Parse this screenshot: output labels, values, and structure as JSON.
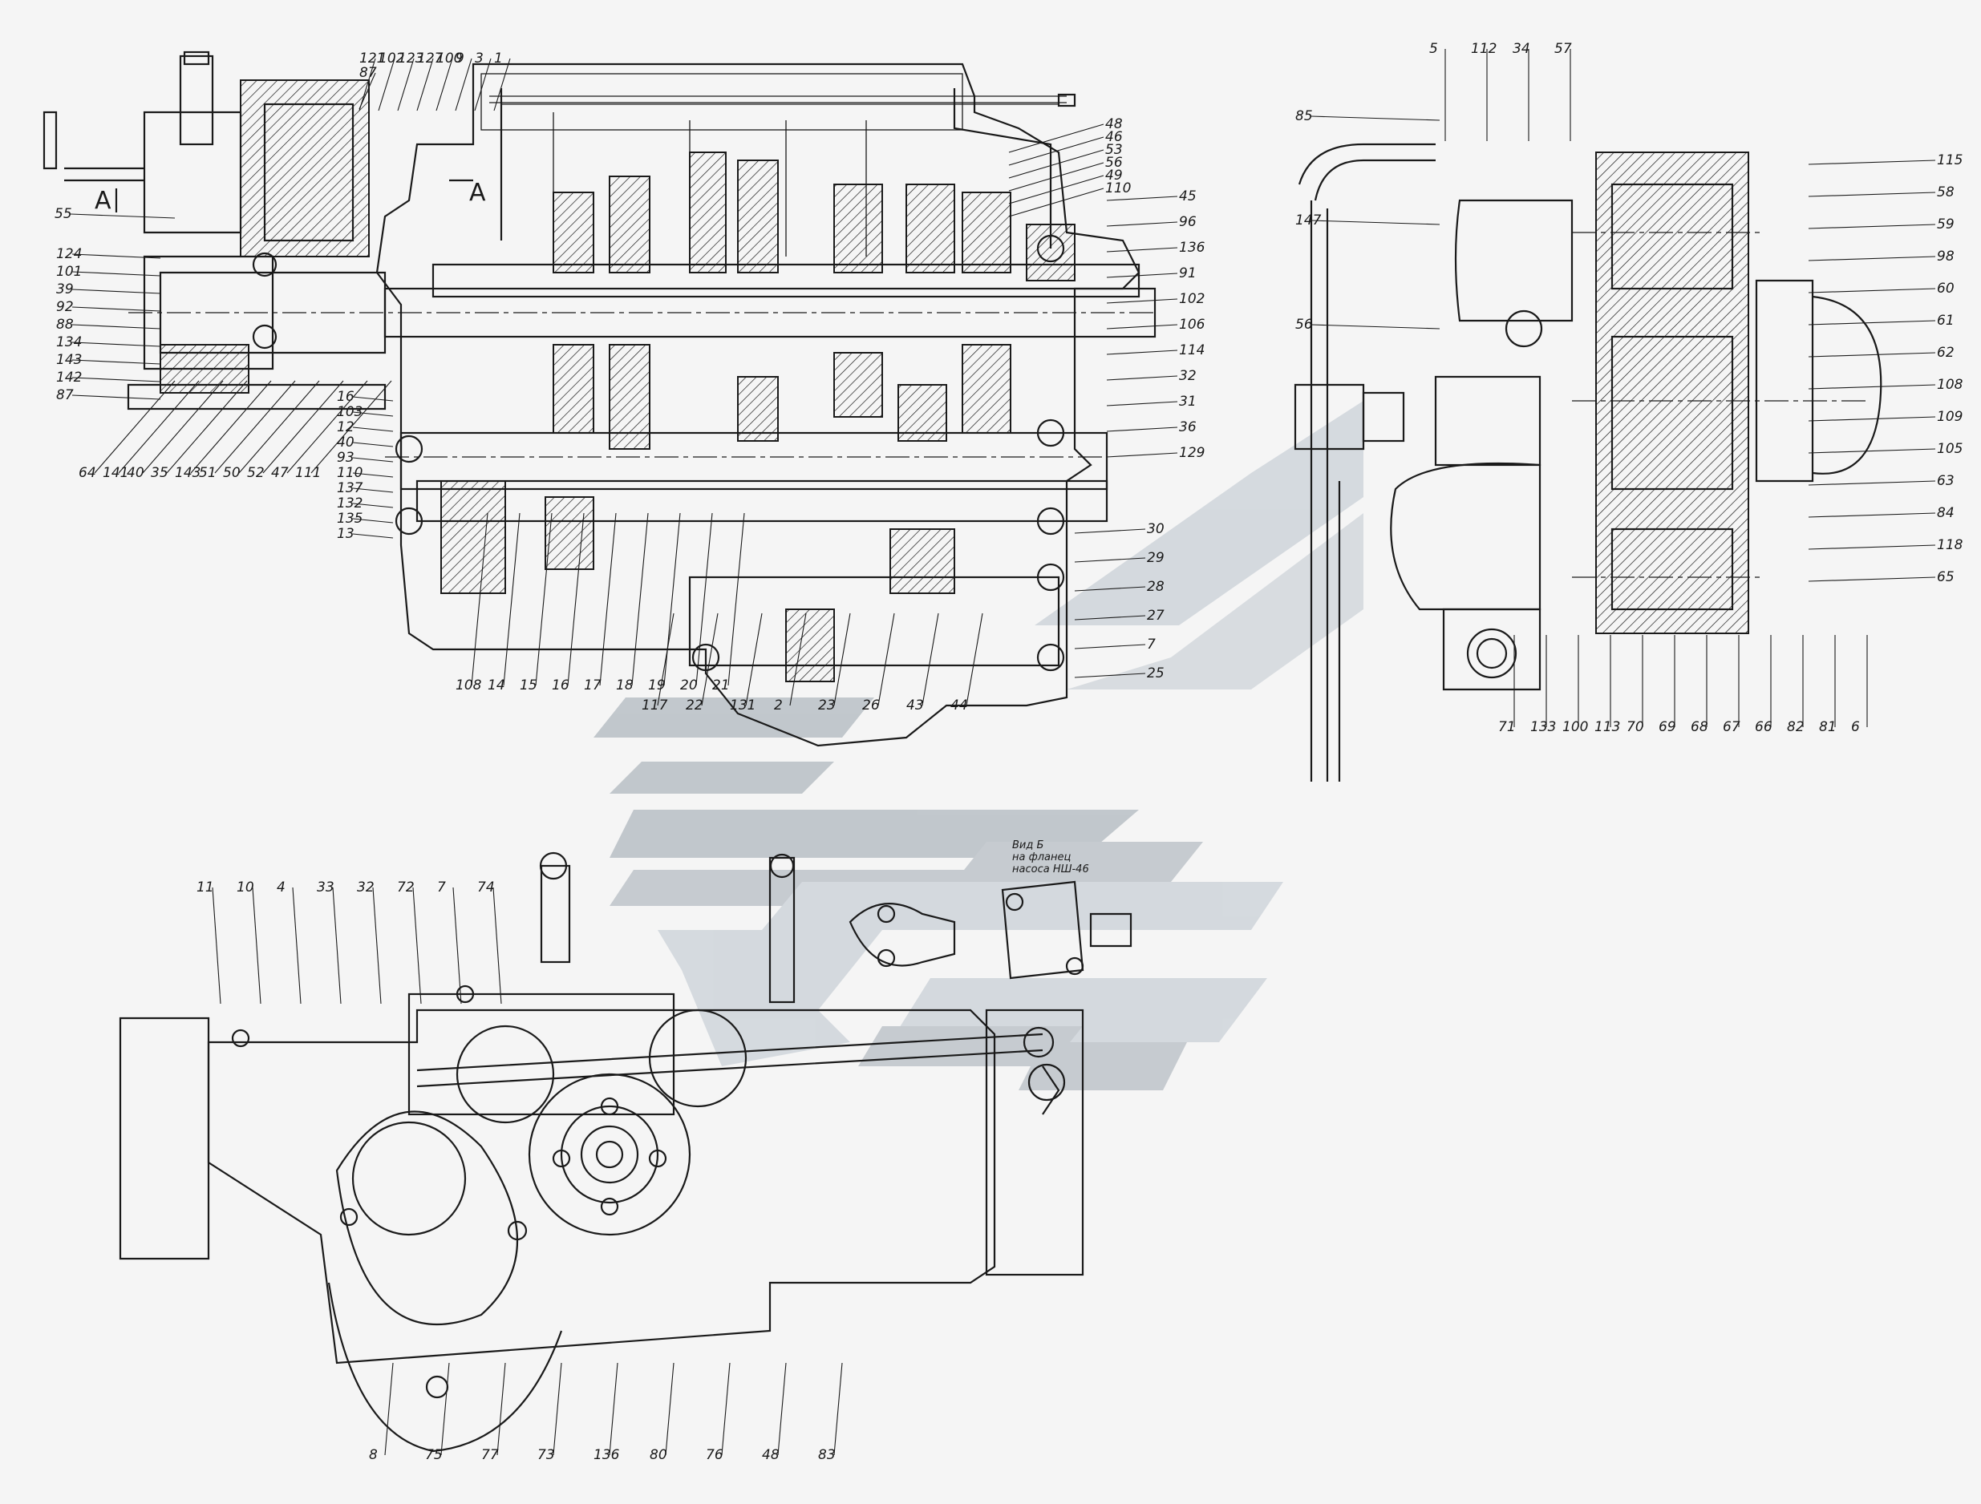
{
  "section_marks": {
    "a_left": "A",
    "a_right": "A"
  },
  "view_note": [
    "Вид Б",
    "на фланец",
    "насоса НШ-46"
  ],
  "callouts": {
    "top_row": [
      "121",
      "102",
      "123",
      "127",
      "100",
      "9",
      "3",
      "1"
    ],
    "top_row2": [
      "87"
    ],
    "left_upper": [
      "55"
    ],
    "left_mid": [
      "124",
      "101",
      "39",
      "92",
      "88",
      "134",
      "143",
      "142",
      "87"
    ],
    "bottom_diag": [
      "64",
      "141",
      "40",
      "35",
      "143",
      "51",
      "50",
      "52",
      "47",
      "111"
    ],
    "center_left": [
      "16",
      "103",
      "12",
      "40",
      "93",
      "110",
      "137",
      "132",
      "135",
      "13"
    ],
    "bottom_row": [
      "108",
      "14",
      "15",
      "16",
      "17",
      "18",
      "19",
      "20",
      "21"
    ],
    "bottom_row2": [
      "117",
      "22",
      "131",
      "2",
      "23",
      "26",
      "43",
      "44"
    ],
    "right_upper": [
      "48",
      "46",
      "53",
      "56",
      "49",
      "110"
    ],
    "right_mid": [
      "45",
      "96",
      "136",
      "91",
      "102",
      "106",
      "114",
      "32",
      "31",
      "36",
      "129"
    ],
    "right_lower": [
      "30",
      "29",
      "28",
      "27",
      "7",
      "25"
    ],
    "rv_top": [
      "5",
      "112",
      "34",
      "57"
    ],
    "rv_left": [
      "85",
      "147",
      "56"
    ],
    "rv_right": [
      "115",
      "58",
      "59",
      "98",
      "60",
      "61",
      "62",
      "108",
      "109",
      "105",
      "63",
      "84",
      "118",
      "65"
    ],
    "rv_bottom": [
      "71",
      "133",
      "100",
      "113",
      "70",
      "69",
      "68",
      "67",
      "66",
      "82",
      "81",
      "6"
    ],
    "bv_top": [
      "11",
      "10",
      "4",
      "33",
      "32",
      "72",
      "7",
      "74"
    ],
    "bv_misc": [
      "8",
      "75",
      "77",
      "73",
      "136",
      "80",
      "76",
      "48",
      "83"
    ]
  },
  "watermark_color": "#c9cfd6"
}
